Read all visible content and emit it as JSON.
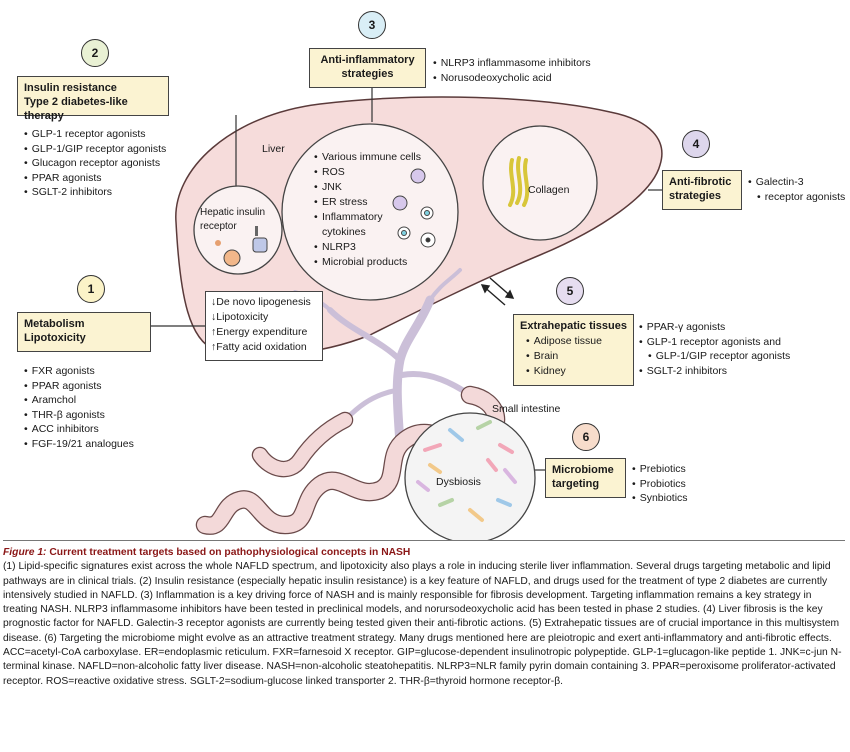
{
  "colors": {
    "liver": "#f6dcdb",
    "liver_stroke": "#5a3a3a",
    "box_fill": "#fbf3d2",
    "num1": "#fbf3c8",
    "num2": "#e9f1d4",
    "num3": "#d9eef6",
    "num4": "#ddd6ec",
    "num5": "#e6ddf0",
    "num6": "#f7dccb",
    "vessel": "#cbbfd8"
  },
  "numbers": [
    "1",
    "2",
    "3",
    "4",
    "5",
    "6"
  ],
  "liver_label": "Liver",
  "small_intestine_label": "Small intestine",
  "hepatic": {
    "line1": "Hepatic insulin",
    "line2": "receptor"
  },
  "collagen_label": "Collagen",
  "dysbiosis_label": "Dysbiosis",
  "immune_items": [
    "Various immune cells",
    "ROS",
    "JNK",
    "ER stress",
    "Inflammatory",
    "cytokines",
    "NLRP3",
    "Microbial products"
  ],
  "metabolic_effects": [
    "↓De novo lipogenesis",
    "↓Lipotoxicity",
    "↑Energy expenditure",
    "↑Fatty acid oxidation"
  ],
  "box1": {
    "line1": "Metabolism",
    "line2": "Lipotoxicity"
  },
  "box2": {
    "line1": "Insulin resistance",
    "line2": "Type 2 diabetes-like therapy"
  },
  "box3": {
    "line1": "Anti-inflammatory",
    "line2": "strategies"
  },
  "box4": {
    "line1": "Anti-fibrotic",
    "line2": "strategies"
  },
  "box5": {
    "title": "Extrahepatic tissues",
    "items": [
      "Adipose tissue",
      "Brain",
      "Kidney"
    ]
  },
  "box6": {
    "line1": "Microbiome",
    "line2": "targeting"
  },
  "list1": [
    "FXR agonists",
    "PPAR agonists",
    "Aramchol",
    "THR-β agonists",
    "ACC inhibitors",
    "FGF-19/21 analogues"
  ],
  "list2": [
    "GLP-1 receptor agonists",
    "GLP-1/GIP receptor agonists",
    "Glucagon receptor agonists",
    "PPAR agonists",
    "SGLT-2 inhibitors"
  ],
  "list3": [
    "NLRP3 inflammasome inhibitors",
    "Norusodeoxycholic acid"
  ],
  "list4": [
    "Galectin-3",
    "receptor agonists"
  ],
  "list5": [
    "PPAR-γ agonists",
    "GLP-1 receptor agonists and",
    "GLP-1/GIP receptor agonists",
    "SGLT-2 inhibitors"
  ],
  "list6": [
    "Prebiotics",
    "Probiotics",
    "Synbiotics"
  ],
  "caption": {
    "label": "Figure 1:",
    "title": " Current treatment targets based on pathophysiological concepts in NASH",
    "body": "(1) Lipid-specific signatures exist across the whole NAFLD spectrum, and lipotoxicity also plays a role in inducing sterile liver inflammation. Several drugs targeting metabolic and lipid pathways are in clinical trials. (2) Insulin resistance (especially hepatic insulin resistance) is a key feature of NAFLD, and drugs used for the treatment of type 2 diabetes are currently intensively studied in NAFLD. (3) Inflammation is a key driving force of NASH and is mainly responsible for fibrosis development. Targeting inflammation remains a key strategy in treating NASH. NLRP3 inflammasome inhibitors have been tested in preclinical models, and norursodeoxycholic acid has been tested in phase 2 studies. (4) Liver fibrosis is the key prognostic factor for NAFLD. Galectin-3 receptor agonists are currently being tested given their anti-fibrotic actions. (5) Extrahepatic tissues are of crucial importance in this multisystem disease. (6) Targeting the microbiome might evolve as an attractive treatment strategy. Many drugs mentioned here are pleiotropic and exert anti-inflammatory and anti-fibrotic effects. ACC=acetyl-CoA carboxylase. ER=endoplasmic reticulum. FXR=farnesoid X receptor. GIP=glucose-dependent insulinotropic polypeptide. GLP-1=glucagon-like peptide 1. JNK=c-jun N-terminal kinase. NAFLD=non-alcoholic fatty liver disease. NASH=non-alcoholic steatohepatitis. NLRP3=NLR family pyrin domain containing 3. PPAR=peroxisome proliferator-activated receptor. ROS=reactive oxidative stress. SGLT-2=sodium-glucose linked transporter 2. THR-β=thyroid hormone receptor-β."
  }
}
